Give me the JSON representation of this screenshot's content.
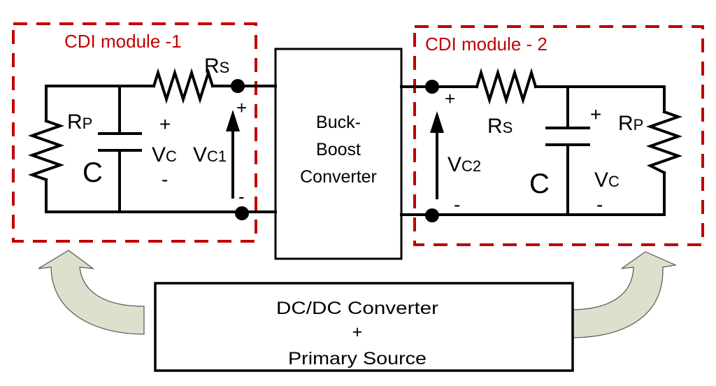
{
  "title": "CDI modules with Buck-Boost converter and DC/DC converter primary source",
  "colors": {
    "module_border": "#c00000",
    "module_label": "#c00000",
    "wire": "#000000",
    "arrow_fill": "#dde0cc",
    "arrow_stroke": "#555555"
  },
  "modules": [
    {
      "label": "CDI module -1",
      "series_resistor": {
        "symbol": "R",
        "subscript": "S"
      },
      "parallel_resistor": {
        "symbol": "R",
        "subscript": "P"
      },
      "capacitor": {
        "symbol": "C"
      },
      "capacitor_voltage": {
        "symbol": "V",
        "subscript": "C",
        "plus": "+",
        "minus": "-"
      },
      "terminal_voltage": {
        "symbol": "V",
        "subscript": "C1",
        "plus": "+",
        "minus": "-"
      }
    },
    {
      "label": "CDI module - 2",
      "series_resistor": {
        "symbol": "R",
        "subscript": "S"
      },
      "parallel_resistor": {
        "symbol": "R",
        "subscript": "P"
      },
      "capacitor": {
        "symbol": "C"
      },
      "capacitor_voltage": {
        "symbol": "V",
        "subscript": "C",
        "plus": "+",
        "minus": "-"
      },
      "terminal_voltage": {
        "symbol": "V",
        "subscript": "C2",
        "plus": "+",
        "minus": "-"
      }
    }
  ],
  "buck_boost": {
    "lines": [
      "Buck-",
      "Boost",
      "Converter"
    ]
  },
  "source": {
    "lines": [
      "DC/DC Converter",
      "+",
      "Primary Source"
    ]
  }
}
